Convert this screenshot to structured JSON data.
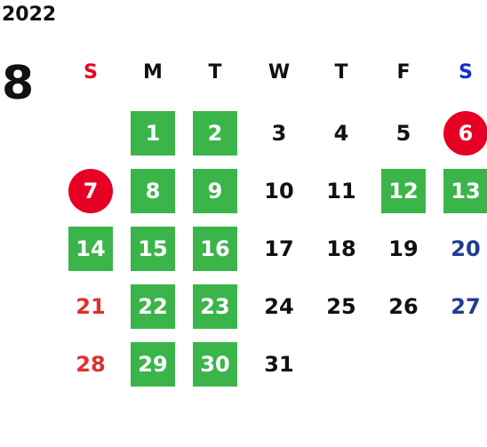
{
  "year": "2022",
  "month": "8",
  "weekdays": [
    {
      "label": "S",
      "color": "#e60023"
    },
    {
      "label": "M",
      "color": "#111111"
    },
    {
      "label": "T",
      "color": "#111111"
    },
    {
      "label": "W",
      "color": "#111111"
    },
    {
      "label": "T",
      "color": "#111111"
    },
    {
      "label": "F",
      "color": "#111111"
    },
    {
      "label": "S",
      "color": "#1030d0"
    }
  ],
  "colors": {
    "holiday_green": "#3bb54a",
    "holiday_red": "#e60023",
    "sunday_text": "#e0312a",
    "saturday_text": "#1f3d8f",
    "weekday_text": "#111111",
    "highlight_text": "#ffffff"
  },
  "days": [
    {
      "d": "1",
      "style": "green"
    },
    {
      "d": "2",
      "style": "green"
    },
    {
      "d": "3",
      "style": "plain"
    },
    {
      "d": "4",
      "style": "plain"
    },
    {
      "d": "5",
      "style": "plain"
    },
    {
      "d": "6",
      "style": "red"
    },
    {
      "d": "7",
      "style": "red"
    },
    {
      "d": "8",
      "style": "green"
    },
    {
      "d": "9",
      "style": "green"
    },
    {
      "d": "10",
      "style": "plain"
    },
    {
      "d": "11",
      "style": "plain"
    },
    {
      "d": "12",
      "style": "green"
    },
    {
      "d": "13",
      "style": "green"
    },
    {
      "d": "14",
      "style": "green"
    },
    {
      "d": "15",
      "style": "green"
    },
    {
      "d": "16",
      "style": "green"
    },
    {
      "d": "17",
      "style": "plain"
    },
    {
      "d": "18",
      "style": "plain"
    },
    {
      "d": "19",
      "style": "plain"
    },
    {
      "d": "20",
      "style": "plain"
    },
    {
      "d": "21",
      "style": "plain"
    },
    {
      "d": "22",
      "style": "green"
    },
    {
      "d": "23",
      "style": "green"
    },
    {
      "d": "24",
      "style": "plain"
    },
    {
      "d": "25",
      "style": "plain"
    },
    {
      "d": "26",
      "style": "plain"
    },
    {
      "d": "27",
      "style": "plain"
    },
    {
      "d": "28",
      "style": "plain"
    },
    {
      "d": "29",
      "style": "green"
    },
    {
      "d": "30",
      "style": "green"
    },
    {
      "d": "31",
      "style": "plain"
    }
  ],
  "first_weekday": 1
}
